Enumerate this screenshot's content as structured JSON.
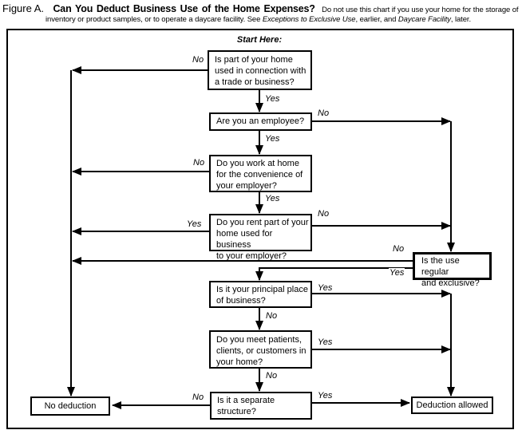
{
  "title": {
    "figure_label": "Figure A.",
    "heading": "Can You Deduct Business Use of the Home Expenses?",
    "note_parts": [
      {
        "text": "Do not use this chart if you use your home for the storage of",
        "italic": false
      },
      {
        "text": "inventory or product samples, or to operate a daycare facility. See ",
        "italic": false
      },
      {
        "text": "Exceptions to Exclusive Use",
        "italic": true
      },
      {
        "text": ", earlier, and ",
        "italic": false
      },
      {
        "text": "Daycare Facility",
        "italic": true
      },
      {
        "text": ", later.",
        "italic": false
      }
    ]
  },
  "flowchart": {
    "start_label": "Start Here:",
    "colors": {
      "line": "#000000",
      "box_background": "#ffffff",
      "page_background": "#ffffff"
    },
    "nodes": [
      {
        "id": "q1",
        "lines": [
          "Is part of your home",
          "used in connection with",
          "a trade or business?"
        ]
      },
      {
        "id": "q2",
        "lines": [
          "Are you an employee?"
        ]
      },
      {
        "id": "q3",
        "lines": [
          "Do you work at home",
          "for the convenience of",
          "your employer?"
        ]
      },
      {
        "id": "q4",
        "lines": [
          "Do you rent part of your",
          "home used for business",
          "to your employer?"
        ]
      },
      {
        "id": "q5",
        "lines": [
          "Is the use regular",
          "and exclusive?"
        ]
      },
      {
        "id": "q6",
        "lines": [
          "Is it your principal place",
          "of business?"
        ]
      },
      {
        "id": "q7",
        "lines": [
          "Do you meet patients,",
          "clients, or customers in",
          "your home?"
        ]
      },
      {
        "id": "q8",
        "lines": [
          "Is it a separate",
          "structure?"
        ]
      },
      {
        "id": "no_deduction",
        "lines": [
          "No deduction"
        ]
      },
      {
        "id": "deduction_allowed",
        "lines": [
          "Deduction allowed"
        ]
      }
    ],
    "edges": [
      {
        "from": "q1",
        "to": "no_deduction",
        "label": "No"
      },
      {
        "from": "q1",
        "to": "q2",
        "label": "Yes"
      },
      {
        "from": "q2",
        "to": "q5",
        "label": "No"
      },
      {
        "from": "q2",
        "to": "q3",
        "label": "Yes"
      },
      {
        "from": "q3",
        "to": "no_deduction",
        "label": "No"
      },
      {
        "from": "q3",
        "to": "q4",
        "label": "Yes"
      },
      {
        "from": "q4",
        "to": "no_deduction",
        "label": "Yes"
      },
      {
        "from": "q4",
        "to": "q5",
        "label": "No"
      },
      {
        "from": "q5",
        "to": "no_deduction",
        "label": "No"
      },
      {
        "from": "q5",
        "to": "q6",
        "label": "Yes"
      },
      {
        "from": "q6",
        "to": "deduction_allowed",
        "label": "Yes"
      },
      {
        "from": "q6",
        "to": "q7",
        "label": "No"
      },
      {
        "from": "q7",
        "to": "deduction_allowed",
        "label": "Yes"
      },
      {
        "from": "q7",
        "to": "q8",
        "label": "No"
      },
      {
        "from": "q8",
        "to": "no_deduction",
        "label": "No"
      },
      {
        "from": "q8",
        "to": "deduction_allowed",
        "label": "Yes"
      }
    ]
  }
}
